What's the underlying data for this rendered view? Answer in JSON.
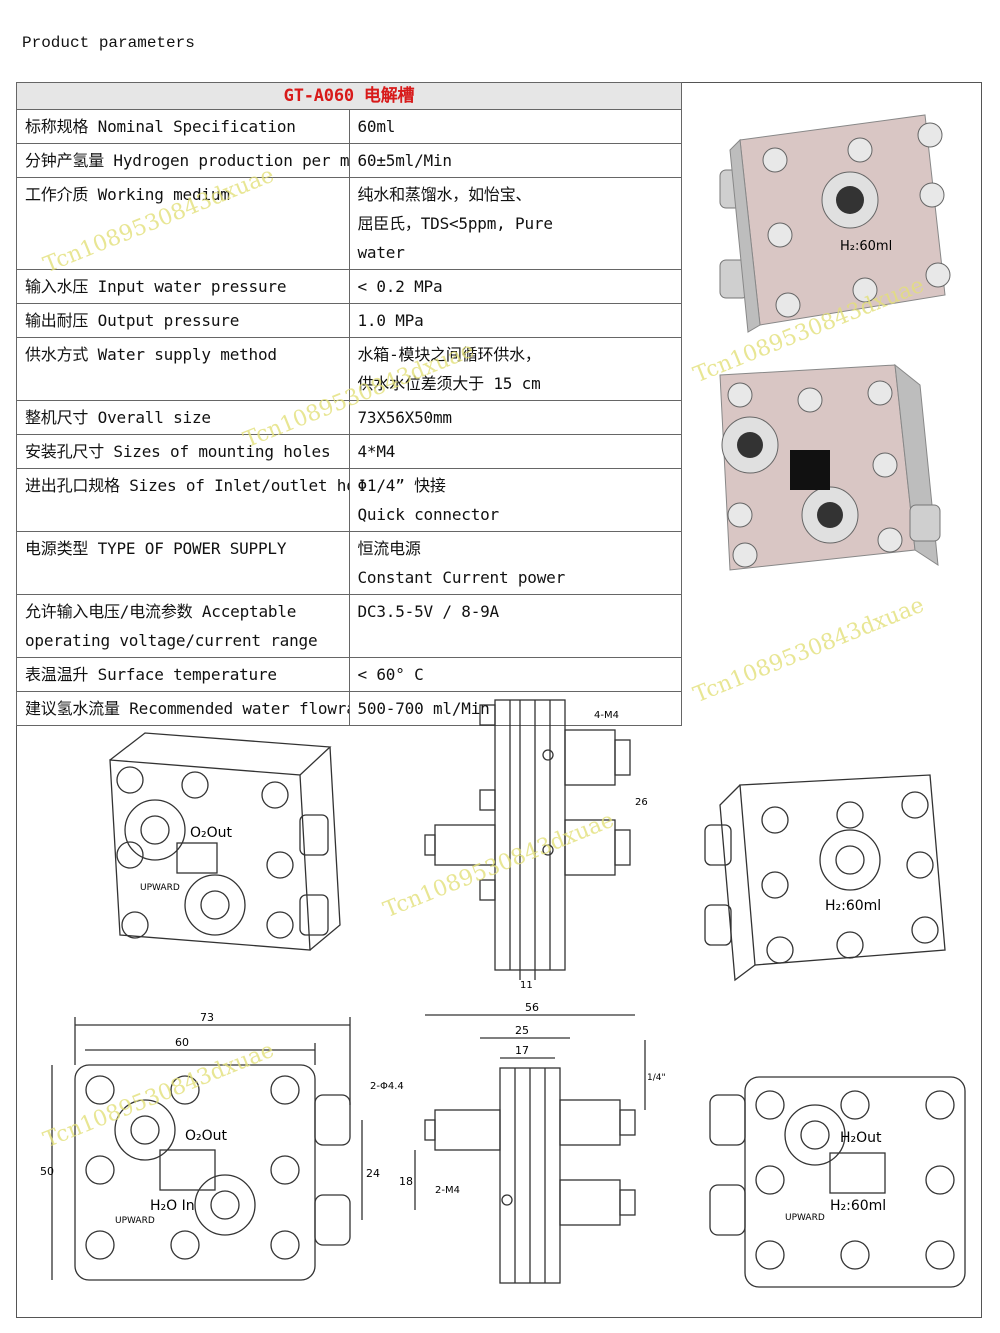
{
  "heading": "Product parameters",
  "table": {
    "title": "GT-A060 电解槽",
    "rows": [
      {
        "label": "标称规格 Nominal Specification",
        "value": "60ml"
      },
      {
        "label": "分钟产氢量 Hydrogen production per minute",
        "value": "60±5ml/Min"
      },
      {
        "label": "工作介质 Working medium",
        "value_lines": [
          "纯水和蒸馏水，如怡宝、",
          "屈臣氏，TDS<5ppm, Pure",
          "water"
        ]
      },
      {
        "label": "输入水压 Input water pressure",
        "value": "< 0.2 MPa"
      },
      {
        "label": "输出耐压 Output pressure",
        "value": "1.0 MPa"
      },
      {
        "label": "供水方式 Water supply method",
        "value_lines": [
          "水箱-模块之间循环供水，",
          "供水水位差须大于 15 cm"
        ]
      },
      {
        "label": "整机尺寸 Overall size",
        "value": "73X56X50mm"
      },
      {
        "label": "安装孔尺寸 Sizes of mounting holes",
        "value": "4*M4"
      },
      {
        "label": "进出孔口规格 Sizes of Inlet/outlet holes",
        "value_lines": [
          "Φ1/4” 快接",
          "Quick connector"
        ]
      },
      {
        "label": "电源类型 TYPE OF POWER SUPPLY",
        "value_lines": [
          "恒流电源",
          "Constant Current power"
        ]
      },
      {
        "label_lines": [
          "允许输入电压/电流参数 Acceptable",
          "operating voltage/current range"
        ],
        "value": "DC3.5-5V / 8-9A"
      },
      {
        "label": "表温温升 Surface temperature",
        "value": "< 60° C"
      },
      {
        "label": "建议氢水流量 Recommended water flowrate",
        "value": "500-700 ml/Min"
      }
    ]
  },
  "product_labels": {
    "o2_out": "O₂Out",
    "h2o_in": "H₂O In",
    "h2_out": "H₂Out",
    "h2_rate": "H₂:60ml",
    "upward": "UPWARD"
  },
  "dimensions": {
    "d73": "73",
    "d60": "60",
    "d50": "50",
    "d24": "24",
    "d56": "56",
    "d25": "25",
    "d17": "17",
    "d18": "18",
    "d26": "26",
    "d11": "11",
    "hole_2": "2-Φ4.4",
    "m4_top": "4-M4",
    "m4_bottom": "2-M4",
    "thread": "1/4\""
  },
  "watermark": "Tcn1089530843dxuae",
  "colors": {
    "title_red": "#d81a1a",
    "title_bg": "#e6e6e6",
    "plate_pink": "#d9c6c4",
    "watermark_yellow": "#e3e07a"
  }
}
